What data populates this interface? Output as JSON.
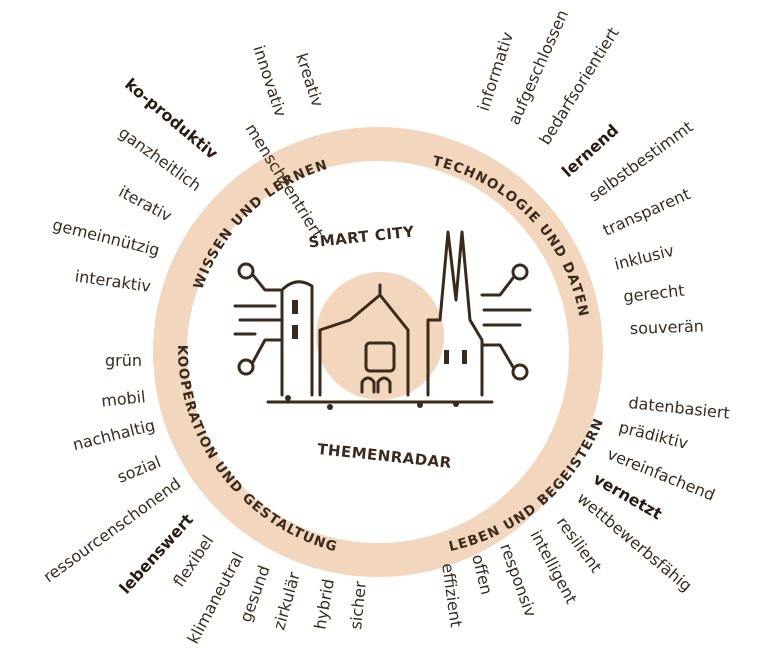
{
  "ring_segments": [
    "WISSEN UND LERNEN",
    "TECHNOLOGIE UND DATEN",
    "LEBEN UND BEGEISTERN",
    "KOOPERATION UND GESTALTUNG"
  ],
  "center": {
    "title_top": "SMART CITY",
    "title_bottom": "THEMENRADAR"
  },
  "words": [
    {
      "text": "menschzentriert",
      "bold": false
    },
    {
      "text": "innovativ",
      "bold": false
    },
    {
      "text": "kreativ",
      "bold": false
    },
    {
      "text": "ko-produktiv",
      "bold": true
    },
    {
      "text": "ganzheitlich",
      "bold": false
    },
    {
      "text": "iterativ",
      "bold": false
    },
    {
      "text": "gemeinnützig",
      "bold": false
    },
    {
      "text": "interaktiv",
      "bold": false
    },
    {
      "text": "informativ",
      "bold": false
    },
    {
      "text": "aufgeschlossen",
      "bold": false
    },
    {
      "text": "bedarfsorientiert",
      "bold": false
    },
    {
      "text": "lernend",
      "bold": true
    },
    {
      "text": "selbstbestimmt",
      "bold": false
    },
    {
      "text": "transparent",
      "bold": false
    },
    {
      "text": "inklusiv",
      "bold": false
    },
    {
      "text": "gerecht",
      "bold": false
    },
    {
      "text": "souverän",
      "bold": false
    },
    {
      "text": "grün",
      "bold": false
    },
    {
      "text": "mobil",
      "bold": false
    },
    {
      "text": "nachhaltig",
      "bold": false
    },
    {
      "text": "sozial",
      "bold": false
    },
    {
      "text": "ressourcenschonend",
      "bold": false
    },
    {
      "text": "lebenswert",
      "bold": true
    },
    {
      "text": "flexibel",
      "bold": false
    },
    {
      "text": "klimaneutral",
      "bold": false
    },
    {
      "text": "gesund",
      "bold": false
    },
    {
      "text": "zirkulär",
      "bold": false
    },
    {
      "text": "hybrid",
      "bold": false
    },
    {
      "text": "sicher",
      "bold": false
    },
    {
      "text": "datenbasiert",
      "bold": false
    },
    {
      "text": "prädiktiv",
      "bold": false
    },
    {
      "text": "vereinfachend",
      "bold": false
    },
    {
      "text": "vernetzt",
      "bold": true
    },
    {
      "text": "wettbewerbsfähig",
      "bold": false
    },
    {
      "text": "resilient",
      "bold": false
    },
    {
      "text": "intelligent",
      "bold": false
    },
    {
      "text": "responsiv",
      "bold": false
    },
    {
      "text": "offen",
      "bold": false
    },
    {
      "text": "effizient",
      "bold": false
    }
  ],
  "colors": {
    "ring": "#f2d6bd",
    "center_disc": "#f2d6bd",
    "ink": "#3b2a1c"
  }
}
